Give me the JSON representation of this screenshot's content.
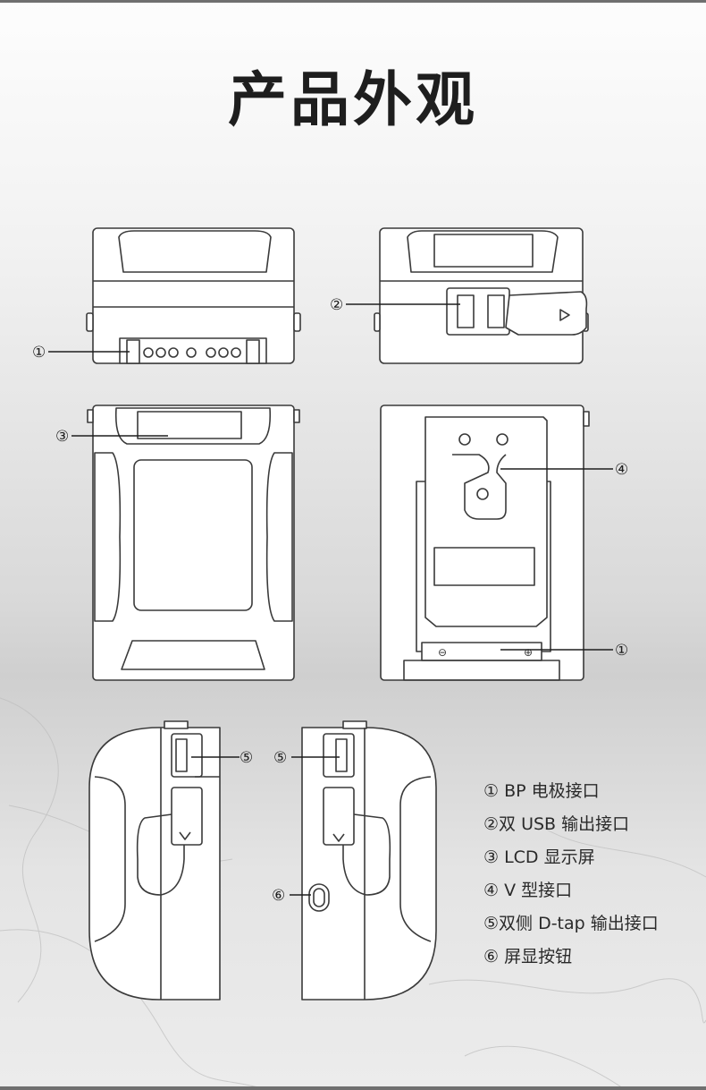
{
  "title": "产品外观",
  "callouts": {
    "bp_top": "①",
    "usb": "②",
    "lcd": "③",
    "v_mount": "④",
    "bp_back": "①",
    "dtap_left": "⑤",
    "dtap_right": "⑤",
    "display_button": "⑥"
  },
  "legend": [
    "① BP 电极接口",
    "②双 USB 输出接口",
    "③ LCD 显示屏",
    "④ V 型接口",
    "⑤双侧 D-tap 输出接口",
    "⑥ 屏显按钮"
  ],
  "colors": {
    "line": "#3a3a3a",
    "fill": "#ffffff",
    "accent_dark": "#1e1e1e",
    "background_light": "#f4f4f4",
    "background_marble": "#d6d6d6"
  }
}
